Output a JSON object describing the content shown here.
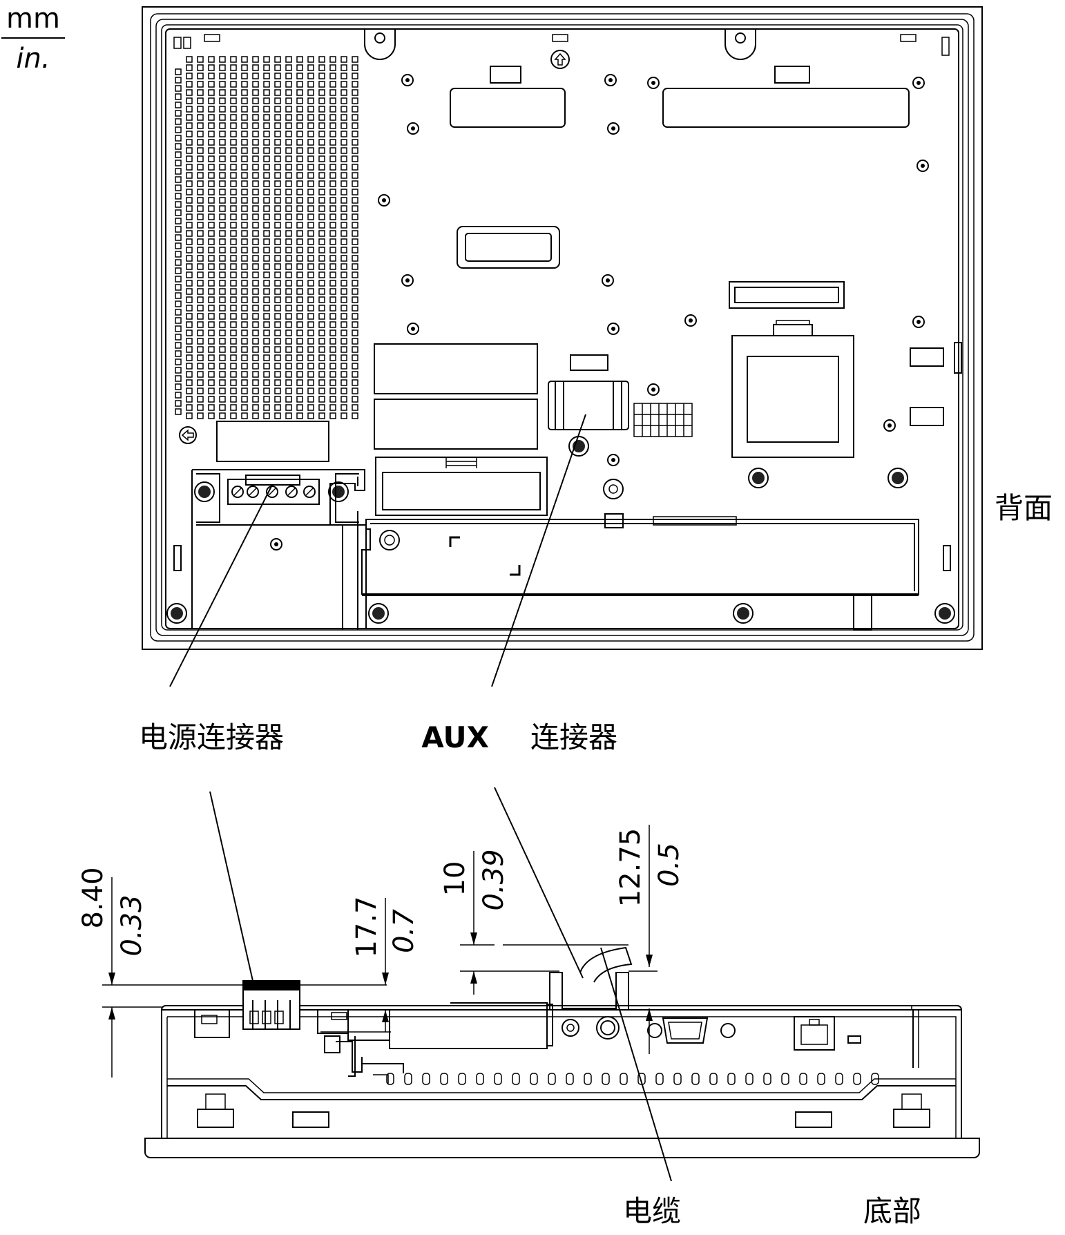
{
  "units": {
    "mm": "mm",
    "in": "in."
  },
  "views": {
    "rear": "背面",
    "bottom": "底部"
  },
  "callouts": {
    "power_connector": "电源连接器",
    "aux_prefix": "AUX",
    "aux_suffix": "连接器",
    "cable": "电缆"
  },
  "dimensions": [
    {
      "mm": "8.40",
      "in": "0.33"
    },
    {
      "mm": "17.7",
      "in": "0.7"
    },
    {
      "mm": "10",
      "in": "0.39"
    },
    {
      "mm": "12.75",
      "in": "0.5"
    }
  ]
}
